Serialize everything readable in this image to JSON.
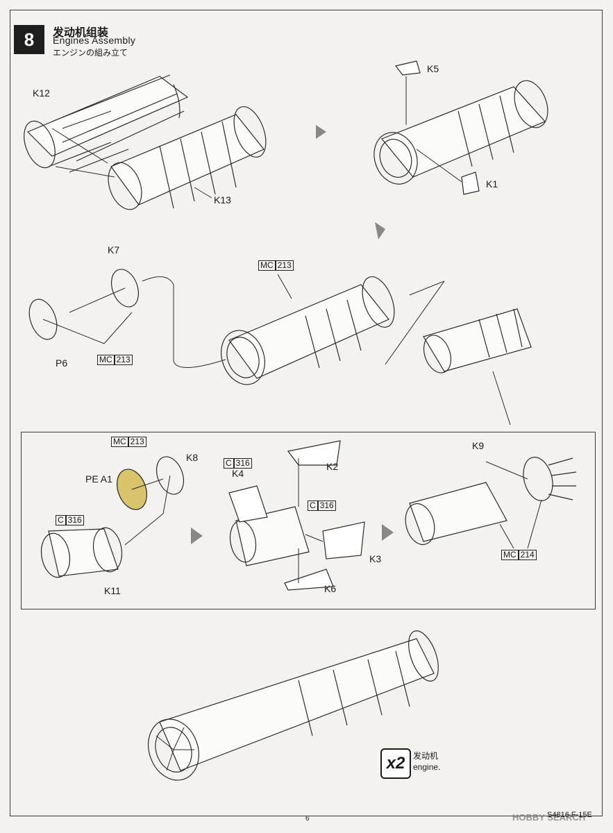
{
  "header": {
    "step_number": "8",
    "title_cn": "发动机组装",
    "title_en": "Engines Assembly",
    "title_jp": "エンジンの組み立て"
  },
  "parts": {
    "k12": "K12",
    "k13": "K13",
    "k5": "K5",
    "k1": "K1",
    "k7": "K7",
    "p6": "P6",
    "k8": "K8",
    "pe_a1": "PE A1",
    "k2": "K2",
    "k4": "K4",
    "k3": "K3",
    "k6": "K6",
    "k9": "K9",
    "k11": "K11"
  },
  "paint_codes": {
    "mc213_top": {
      "prefix": "MC",
      "code": "213"
    },
    "mc213_left": {
      "prefix": "MC",
      "code": "213"
    },
    "mc213_panel": {
      "prefix": "MC",
      "code": "213"
    },
    "c316_k4": {
      "prefix": "C",
      "code": "316"
    },
    "c316_k3": {
      "prefix": "C",
      "code": "316"
    },
    "c316_k11": {
      "prefix": "C",
      "code": "316"
    },
    "mc214": {
      "prefix": "MC",
      "code": "214"
    }
  },
  "quantity": {
    "multiplier": "x2",
    "label_cn": "发动机",
    "label_en": "engine."
  },
  "footer": {
    "page_number": "6",
    "catalog": "S4816  F-15E",
    "watermark": "HOBBY SEARCH"
  }
}
